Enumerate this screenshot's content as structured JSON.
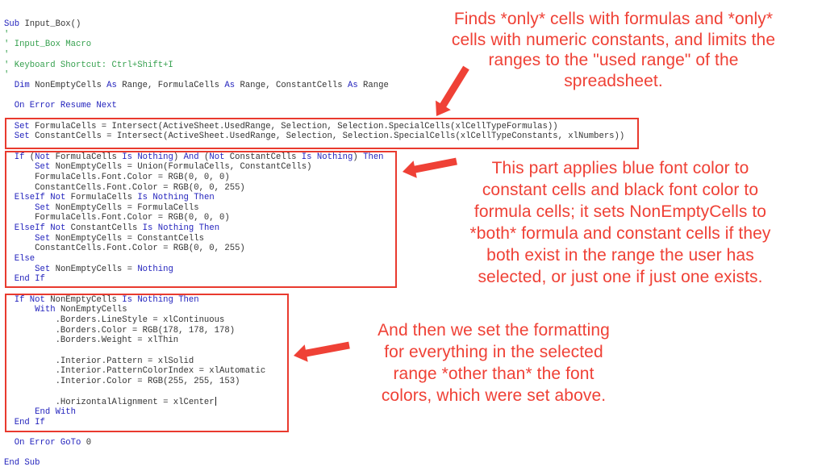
{
  "colors": {
    "keyword_blue": "#2323bd",
    "comment_green": "#35a04e",
    "code_black": "#333333",
    "annotation_red": "#ef4136",
    "box_red": "#e93a2e",
    "background": "#ffffff"
  },
  "code": {
    "lines": [
      {
        "seg": [
          [
            "kw",
            "Sub "
          ],
          [
            "id",
            "Input_Box()"
          ]
        ]
      },
      {
        "seg": [
          [
            "cm",
            "'"
          ]
        ]
      },
      {
        "seg": [
          [
            "cm",
            "' Input_Box Macro"
          ]
        ]
      },
      {
        "seg": [
          [
            "cm",
            "'"
          ]
        ]
      },
      {
        "seg": [
          [
            "cm",
            "' Keyboard Shortcut: Ctrl+Shift+I"
          ]
        ]
      },
      {
        "seg": [
          [
            "cm",
            "'"
          ]
        ]
      },
      {
        "seg": [
          [
            "id",
            "  "
          ],
          [
            "kw",
            "Dim"
          ],
          [
            "id",
            " NonEmptyCells "
          ],
          [
            "kw",
            "As"
          ],
          [
            "id",
            " Range, FormulaCells "
          ],
          [
            "kw",
            "As"
          ],
          [
            "id",
            " Range, ConstantCells "
          ],
          [
            "kw",
            "As"
          ],
          [
            "id",
            " Range"
          ]
        ]
      },
      {
        "seg": []
      },
      {
        "seg": [
          [
            "id",
            "  "
          ],
          [
            "kw",
            "On Error Resume Next"
          ]
        ]
      },
      {
        "seg": []
      },
      {
        "seg": [
          [
            "id",
            "  "
          ],
          [
            "kw",
            "Set"
          ],
          [
            "id",
            " FormulaCells = Intersect(ActiveSheet.UsedRange, Selection, Selection.SpecialCells(xlCellTypeFormulas))"
          ]
        ]
      },
      {
        "seg": [
          [
            "id",
            "  "
          ],
          [
            "kw",
            "Set"
          ],
          [
            "id",
            " ConstantCells = Intersect(ActiveSheet.UsedRange, Selection, Selection.SpecialCells(xlCellTypeConstants, xlNumbers))"
          ]
        ]
      },
      {
        "seg": []
      },
      {
        "seg": [
          [
            "id",
            "  "
          ],
          [
            "kw",
            "If"
          ],
          [
            "id",
            " ("
          ],
          [
            "kw",
            "Not"
          ],
          [
            "id",
            " FormulaCells "
          ],
          [
            "kw",
            "Is"
          ],
          [
            "id",
            " "
          ],
          [
            "kw",
            "Nothing"
          ],
          [
            "id",
            ") "
          ],
          [
            "kw",
            "And"
          ],
          [
            "id",
            " ("
          ],
          [
            "kw",
            "Not"
          ],
          [
            "id",
            " ConstantCells "
          ],
          [
            "kw",
            "Is"
          ],
          [
            "id",
            " "
          ],
          [
            "kw",
            "Nothing"
          ],
          [
            "id",
            ") "
          ],
          [
            "kw",
            "Then"
          ]
        ]
      },
      {
        "seg": [
          [
            "id",
            "      "
          ],
          [
            "kw",
            "Set"
          ],
          [
            "id",
            " NonEmptyCells = Union(FormulaCells, ConstantCells)"
          ]
        ]
      },
      {
        "seg": [
          [
            "id",
            "      FormulaCells.Font.Color = RGB(0, 0, 0)"
          ]
        ]
      },
      {
        "seg": [
          [
            "id",
            "      ConstantCells.Font.Color = RGB(0, 0, 255)"
          ]
        ]
      },
      {
        "seg": [
          [
            "id",
            "  "
          ],
          [
            "kw",
            "ElseIf"
          ],
          [
            "id",
            " "
          ],
          [
            "kw",
            "Not"
          ],
          [
            "id",
            " FormulaCells "
          ],
          [
            "kw",
            "Is"
          ],
          [
            "id",
            " "
          ],
          [
            "kw",
            "Nothing"
          ],
          [
            "id",
            " "
          ],
          [
            "kw",
            "Then"
          ]
        ]
      },
      {
        "seg": [
          [
            "id",
            "      "
          ],
          [
            "kw",
            "Set"
          ],
          [
            "id",
            " NonEmptyCells = FormulaCells"
          ]
        ]
      },
      {
        "seg": [
          [
            "id",
            "      FormulaCells.Font.Color = RGB(0, 0, 0)"
          ]
        ]
      },
      {
        "seg": [
          [
            "id",
            "  "
          ],
          [
            "kw",
            "ElseIf"
          ],
          [
            "id",
            " "
          ],
          [
            "kw",
            "Not"
          ],
          [
            "id",
            " ConstantCells "
          ],
          [
            "kw",
            "Is"
          ],
          [
            "id",
            " "
          ],
          [
            "kw",
            "Nothing"
          ],
          [
            "id",
            " "
          ],
          [
            "kw",
            "Then"
          ]
        ]
      },
      {
        "seg": [
          [
            "id",
            "      "
          ],
          [
            "kw",
            "Set"
          ],
          [
            "id",
            " NonEmptyCells = ConstantCells"
          ]
        ]
      },
      {
        "seg": [
          [
            "id",
            "      ConstantCells.Font.Color = RGB(0, 0, 255)"
          ]
        ]
      },
      {
        "seg": [
          [
            "id",
            "  "
          ],
          [
            "kw",
            "Else"
          ]
        ]
      },
      {
        "seg": [
          [
            "id",
            "      "
          ],
          [
            "kw",
            "Set"
          ],
          [
            "id",
            " NonEmptyCells = "
          ],
          [
            "kw",
            "Nothing"
          ]
        ]
      },
      {
        "seg": [
          [
            "id",
            "  "
          ],
          [
            "kw",
            "End If"
          ]
        ]
      },
      {
        "seg": []
      },
      {
        "seg": [
          [
            "id",
            "  "
          ],
          [
            "kw",
            "If"
          ],
          [
            "id",
            " "
          ],
          [
            "kw",
            "Not"
          ],
          [
            "id",
            " NonEmptyCells "
          ],
          [
            "kw",
            "Is"
          ],
          [
            "id",
            " "
          ],
          [
            "kw",
            "Nothing"
          ],
          [
            "id",
            " "
          ],
          [
            "kw",
            "Then"
          ]
        ]
      },
      {
        "seg": [
          [
            "id",
            "      "
          ],
          [
            "kw",
            "With"
          ],
          [
            "id",
            " NonEmptyCells"
          ]
        ]
      },
      {
        "seg": [
          [
            "id",
            "          .Borders.LineStyle = xlContinuous"
          ]
        ]
      },
      {
        "seg": [
          [
            "id",
            "          .Borders.Color = RGB(178, 178, 178)"
          ]
        ]
      },
      {
        "seg": [
          [
            "id",
            "          .Borders.Weight = xlThin"
          ]
        ]
      },
      {
        "seg": []
      },
      {
        "seg": [
          [
            "id",
            "          .Interior.Pattern = xlSolid"
          ]
        ]
      },
      {
        "seg": [
          [
            "id",
            "          .Interior.PatternColorIndex = xlAutomatic"
          ]
        ]
      },
      {
        "seg": [
          [
            "id",
            "          .Interior.Color = RGB(255, 255, 153)"
          ]
        ]
      },
      {
        "seg": []
      },
      {
        "seg": [
          [
            "id",
            "          .HorizontalAlignment = xlCenter"
          ]
        ],
        "cursor": true
      },
      {
        "seg": [
          [
            "id",
            "      "
          ],
          [
            "kw",
            "End With"
          ]
        ]
      },
      {
        "seg": [
          [
            "id",
            "  "
          ],
          [
            "kw",
            "End If"
          ]
        ]
      },
      {
        "seg": []
      },
      {
        "seg": [
          [
            "id",
            "  "
          ],
          [
            "kw",
            "On Error GoTo"
          ],
          [
            "id",
            " 0"
          ]
        ]
      },
      {
        "seg": []
      },
      {
        "seg": [
          [
            "kw",
            "End Sub"
          ]
        ]
      }
    ]
  },
  "annotations": [
    {
      "name": "used-range-note",
      "lines": [
        "Finds *only* cells with formulas and *only*",
        "cells with numeric constants, and limits the",
        "ranges to the \"used range\" of the",
        "spreadsheet."
      ]
    },
    {
      "name": "font-color-note",
      "lines": [
        "This part applies blue font color to",
        "constant cells and black font color to",
        "formula cells; it sets NonEmptyCells to",
        "*both* formula and constant cells if they",
        "both exist in the range the user has",
        "selected, or just one if just one exists."
      ]
    },
    {
      "name": "formatting-note",
      "lines": [
        "And then we set the formatting",
        "for everything in the selected",
        "range *other than* the font",
        "colors, which were set above."
      ]
    }
  ]
}
